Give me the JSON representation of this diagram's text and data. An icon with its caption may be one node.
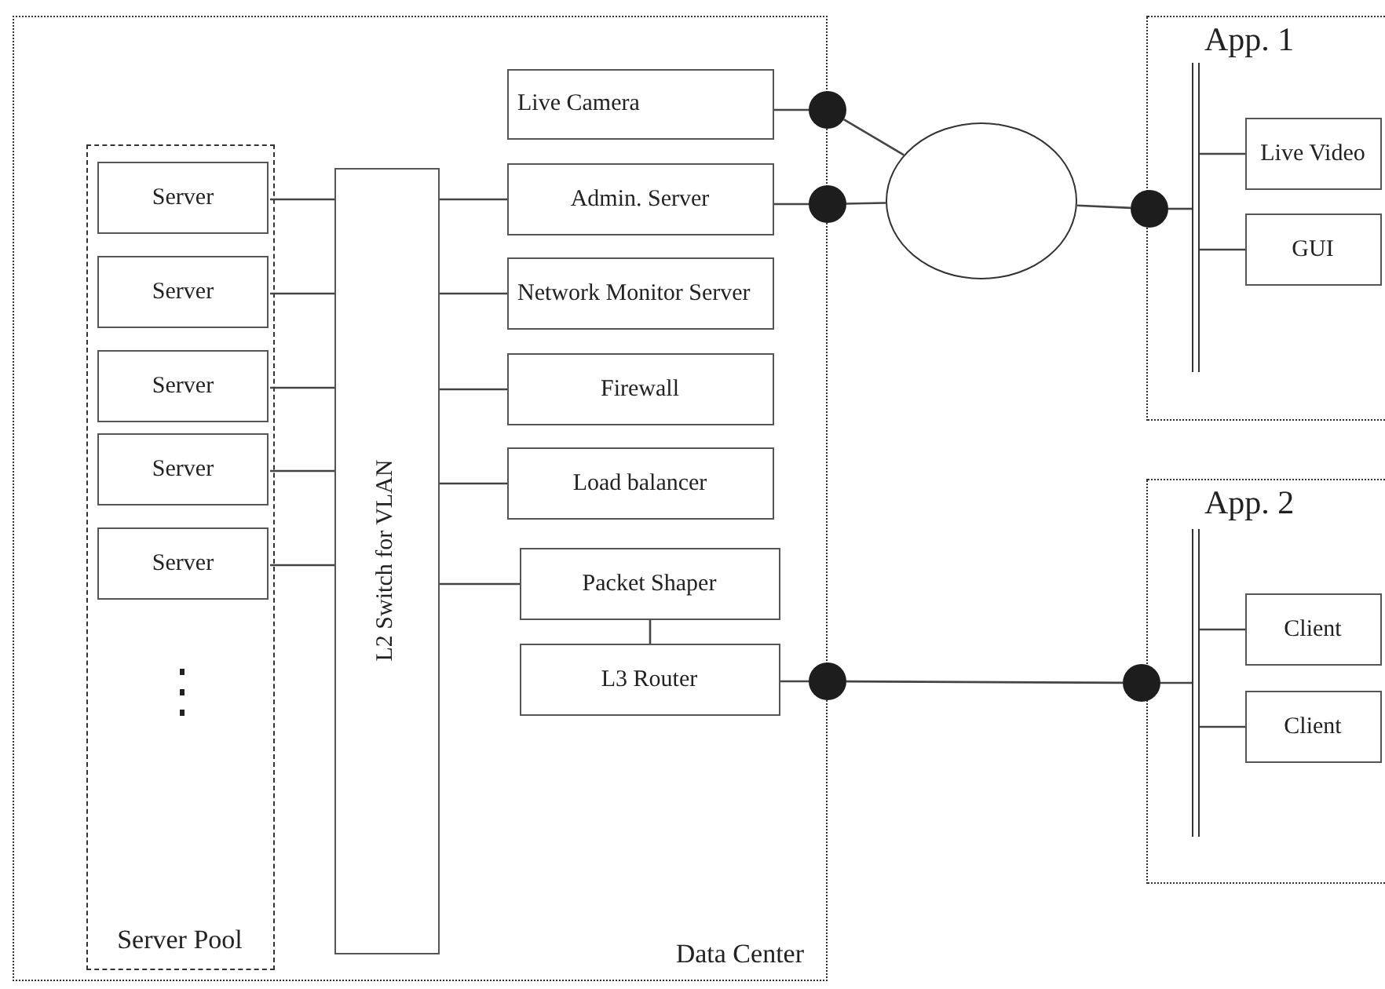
{
  "diagram": {
    "nodes": [
      {
        "text": [
          "Data Center"
        ]
      },
      {
        "text": [
          "Server Pool"
        ],
        "in": 0
      },
      {
        "text": [
          "Server"
        ],
        "in": 1
      },
      {
        "text": [
          "Server"
        ],
        "in": 1
      },
      {
        "text": [
          "Server"
        ],
        "in": 1
      },
      {
        "text": [
          "Server"
        ],
        "in": 1
      },
      {
        "text": [
          "Server"
        ],
        "in": 1
      },
      {
        "text": [
          "L2 Switch for VLAN"
        ],
        "in": 0
      },
      {
        "text": [
          "Live Camera"
        ],
        "in": 0
      },
      {
        "text": [
          "Admin. Server"
        ],
        "in": 0
      },
      {
        "text": [
          "Network Monitor Server"
        ],
        "in": 0
      },
      {
        "text": [
          "Firewall"
        ],
        "in": 0
      },
      {
        "text": [
          "Load balancer"
        ],
        "in": 0
      },
      {
        "text": [
          "Packet Shaper"
        ],
        "in": 0
      },
      {
        "text": [
          "L3 Router"
        ],
        "in": 0
      },
      {
        "text": [],
        "shape": "circle"
      },
      {
        "text": [],
        "shape": "circle"
      },
      {
        "text": [],
        "shape": "circle"
      },
      {
        "text": [],
        "shape": "ellipse"
      },
      {
        "text": [
          "App. 1"
        ]
      },
      {
        "text": [],
        "shape": "circle"
      },
      {
        "text": [],
        "shape": "bar",
        "in": 19
      },
      {
        "text": [
          "Live Video"
        ],
        "in": 19
      },
      {
        "text": [
          "GUI"
        ],
        "in": 19
      },
      {
        "text": [
          "App. 2"
        ]
      },
      {
        "text": [],
        "shape": "circle"
      },
      {
        "text": [],
        "shape": "bar",
        "in": 24
      },
      {
        "text": [
          "Client"
        ],
        "in": 24
      },
      {
        "text": [
          "Client"
        ],
        "in": 24
      }
    ],
    "edges": [
      {
        "from": 2,
        "to": 7,
        "arrow": "none"
      },
      {
        "from": 3,
        "to": 7,
        "arrow": "none"
      },
      {
        "from": 4,
        "to": 7,
        "arrow": "none"
      },
      {
        "from": 5,
        "to": 7,
        "arrow": "none"
      },
      {
        "from": 6,
        "to": 7,
        "arrow": "none"
      },
      {
        "from": 7,
        "to": 9,
        "arrow": "none"
      },
      {
        "from": 7,
        "to": 10,
        "arrow": "none"
      },
      {
        "from": 7,
        "to": 11,
        "arrow": "none"
      },
      {
        "from": 7,
        "to": 12,
        "arrow": "none"
      },
      {
        "from": 7,
        "to": 13,
        "arrow": "none"
      },
      {
        "from": 13,
        "to": 14,
        "arrow": "none"
      },
      {
        "from": 8,
        "to": 15,
        "arrow": "none"
      },
      {
        "from": 9,
        "to": 16,
        "arrow": "none"
      },
      {
        "from": 14,
        "to": 17,
        "arrow": "none"
      },
      {
        "from": 15,
        "to": 18,
        "arrow": "none"
      },
      {
        "from": 16,
        "to": 18,
        "arrow": "none"
      },
      {
        "from": 18,
        "to": 20,
        "arrow": "none"
      },
      {
        "from": 20,
        "to": 21,
        "arrow": "none"
      },
      {
        "from": 21,
        "to": 22,
        "arrow": "none"
      },
      {
        "from": 21,
        "to": 23,
        "arrow": "none"
      },
      {
        "from": 17,
        "to": 25,
        "arrow": "none"
      },
      {
        "from": 25,
        "to": 26,
        "arrow": "none"
      },
      {
        "from": 26,
        "to": 27,
        "arrow": "none"
      },
      {
        "from": 26,
        "to": 28,
        "arrow": "none"
      }
    ]
  }
}
